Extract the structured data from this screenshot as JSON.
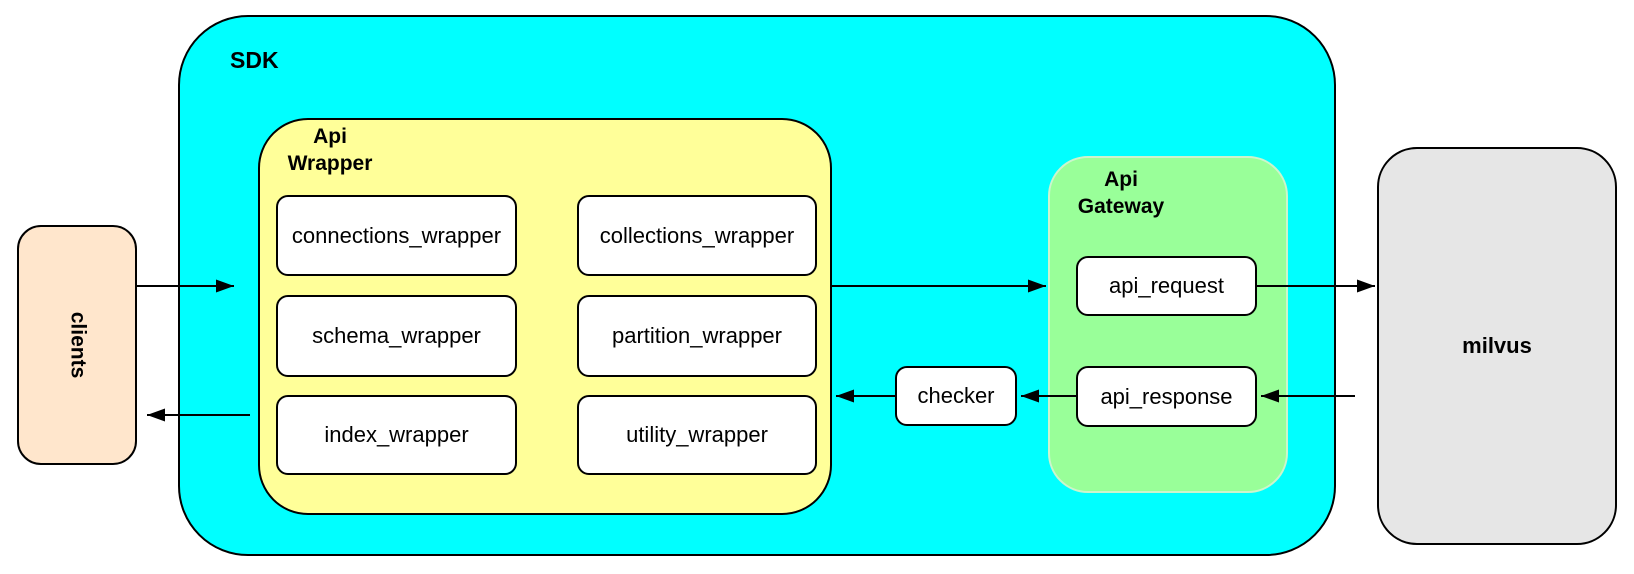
{
  "diagram": {
    "sdk": {
      "label": "SDK"
    },
    "clients": {
      "label": "clients"
    },
    "api_wrapper": {
      "label_line1": "Api",
      "label_line2": "Wrapper",
      "modules": [
        {
          "label": "connections_wrapper"
        },
        {
          "label": "collections_wrapper"
        },
        {
          "label": "schema_wrapper"
        },
        {
          "label": "partition_wrapper"
        },
        {
          "label": "index_wrapper"
        },
        {
          "label": "utility_wrapper"
        }
      ]
    },
    "checker": {
      "label": "checker"
    },
    "api_gateway": {
      "label_line1": "Api",
      "label_line2": "Gateway",
      "request": {
        "label": "api_request"
      },
      "response": {
        "label": "api_response"
      }
    },
    "milvus": {
      "label": "milvus"
    },
    "colors": {
      "sdk_fill": "#00FFFF",
      "api_wrapper_fill": "#FFFF99",
      "api_gateway_fill": "#99FF99",
      "clients_fill": "#FFE6CC",
      "milvus_fill": "#E6E6E6",
      "node_fill": "#FFFFFF",
      "line": "#000000"
    }
  }
}
